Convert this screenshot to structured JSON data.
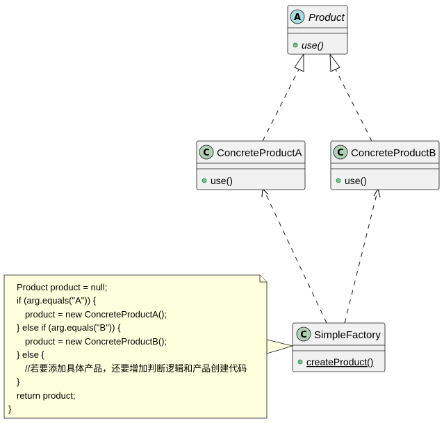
{
  "colors": {
    "class_fill": "#F1F1F1",
    "class_border": "#181818",
    "abstract_badge": "#A9DCDF",
    "class_badge": "#ADD1B2",
    "note_fill": "#FEFFDD",
    "note_border": "#181818",
    "method_dot": "#84BE84",
    "method_dot_border": "#038048"
  },
  "classes": {
    "product": {
      "badge": "A",
      "name": "Product",
      "method": "use()"
    },
    "concrete_a": {
      "badge": "C",
      "name": "ConcreteProductA",
      "method": "use()"
    },
    "concrete_b": {
      "badge": "C",
      "name": "ConcreteProductB",
      "method": "use()"
    },
    "factory": {
      "badge": "C",
      "name": "SimpleFactory",
      "method": "createProduct()"
    }
  },
  "note": {
    "lines": [
      "Product product = null;",
      "if (arg.equals(\"A\")) {",
      "product = new ConcreteProductA();",
      "} else if (arg.equals(\"B\")) {",
      "product = new ConcreteProductB();",
      "} else {",
      "//若要添加具体产品，还要增加判断逻辑和产品创建代码",
      "}",
      "return product;",
      "}"
    ]
  }
}
